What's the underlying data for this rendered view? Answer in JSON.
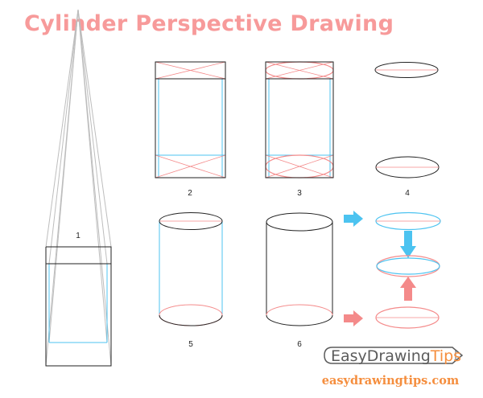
{
  "title": "Cylinder Perspective Drawing",
  "steps": [
    "1",
    "2",
    "3",
    "4",
    "5",
    "6"
  ],
  "logo": {
    "easy": "Easy",
    "drawing": "Drawing",
    "tips": "Tips"
  },
  "website": "easydrawingtips.com",
  "colors": {
    "title": "#f79a9a",
    "construction_blue": "#4cc3f0",
    "construction_red": "#f48a8a",
    "perspective_lines": "#bdbdbd",
    "outline": "#222222",
    "logo_gray": "#5b5b5b",
    "logo_orange": "#f58e3e"
  }
}
